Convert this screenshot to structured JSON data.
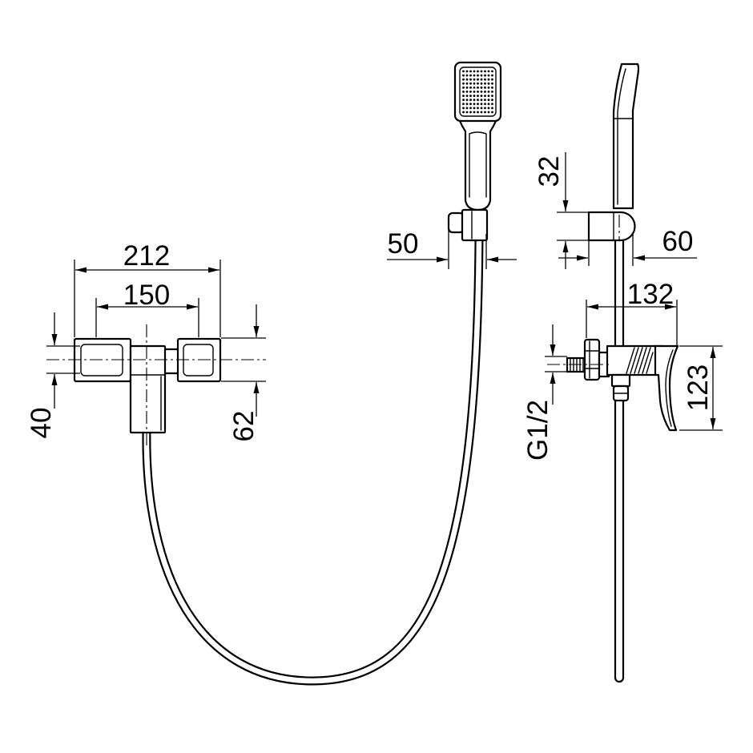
{
  "drawing": {
    "dimensions": {
      "overall_width": "212",
      "inlet_centers": "150",
      "inner_height": "40",
      "body_height": "62",
      "holder_width": "50",
      "holder_height": "32",
      "holder_depth": "60",
      "projection": "132",
      "lever_height": "123",
      "thread": "G1/2"
    }
  }
}
